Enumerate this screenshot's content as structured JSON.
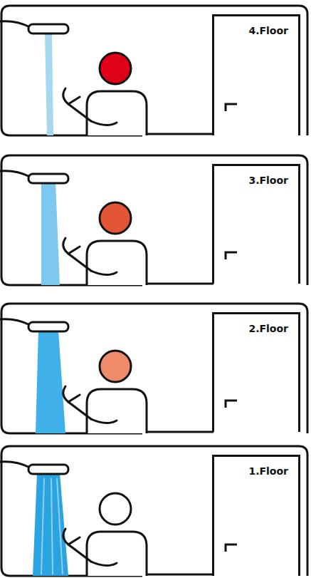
{
  "diagram": {
    "nodes": [
      {
        "text": [
          "4.Floor"
        ]
      },
      {
        "text": [
          "3.Floor"
        ]
      },
      {
        "text": [
          "2.Floor"
        ]
      },
      {
        "text": [
          "1.Floor"
        ]
      }
    ]
  }
}
